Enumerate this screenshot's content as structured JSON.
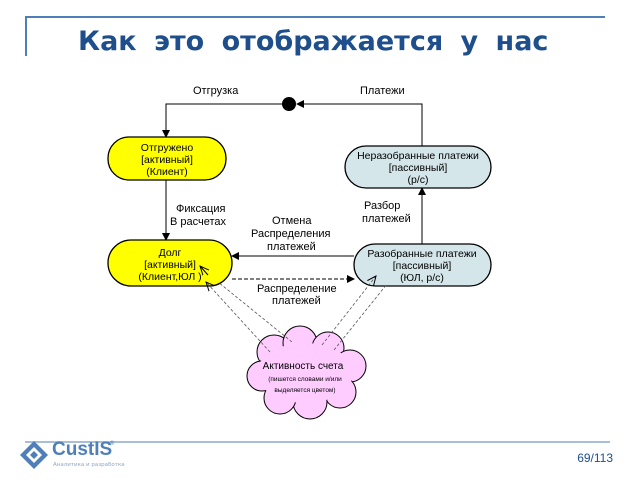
{
  "slide": {
    "title": "Как  это  отображается  у  нас",
    "page_number": "69/113"
  },
  "logo": {
    "name": "CustIS",
    "tm": "®",
    "tagline": "Аналитика и разработка"
  },
  "diagram": {
    "edges": {
      "top_left": "Отгрузка",
      "top_right": "Платежи",
      "fixation_1": "Фиксация",
      "fixation_2": "В расчетах",
      "cancel_1": "Отмена",
      "cancel_2": "Распределения",
      "cancel_3": "платежей",
      "parse_1": "Разбор",
      "parse_2": "платежей",
      "distribute_1": "Распределение",
      "distribute_2": "платежей"
    },
    "nodes": {
      "shipped": {
        "line1": "Отгружено",
        "line2": "[активный]",
        "line3": "(Клиент)"
      },
      "debt": {
        "line1": "Долг",
        "line2": "[активный]",
        "line3": "(Клиент,ЮЛ )"
      },
      "unparsed": {
        "line1": "Неразобранные платежи",
        "line2": "[пассивный]",
        "line3": "(р/с)"
      },
      "parsed": {
        "line1": "Разобранные платежи",
        "line2": "[пассивный]",
        "line3": "(ЮЛ, р/с)"
      }
    },
    "cloud": {
      "title": "Активность счета",
      "note_1": "(пишется словами и/или",
      "note_2": "выделяется цветом)"
    },
    "colors": {
      "active_fill": "#ffff00",
      "passive_fill": "#d4e6ea",
      "cloud_fill": "#ffccff",
      "title": "#1f4e8c"
    }
  }
}
